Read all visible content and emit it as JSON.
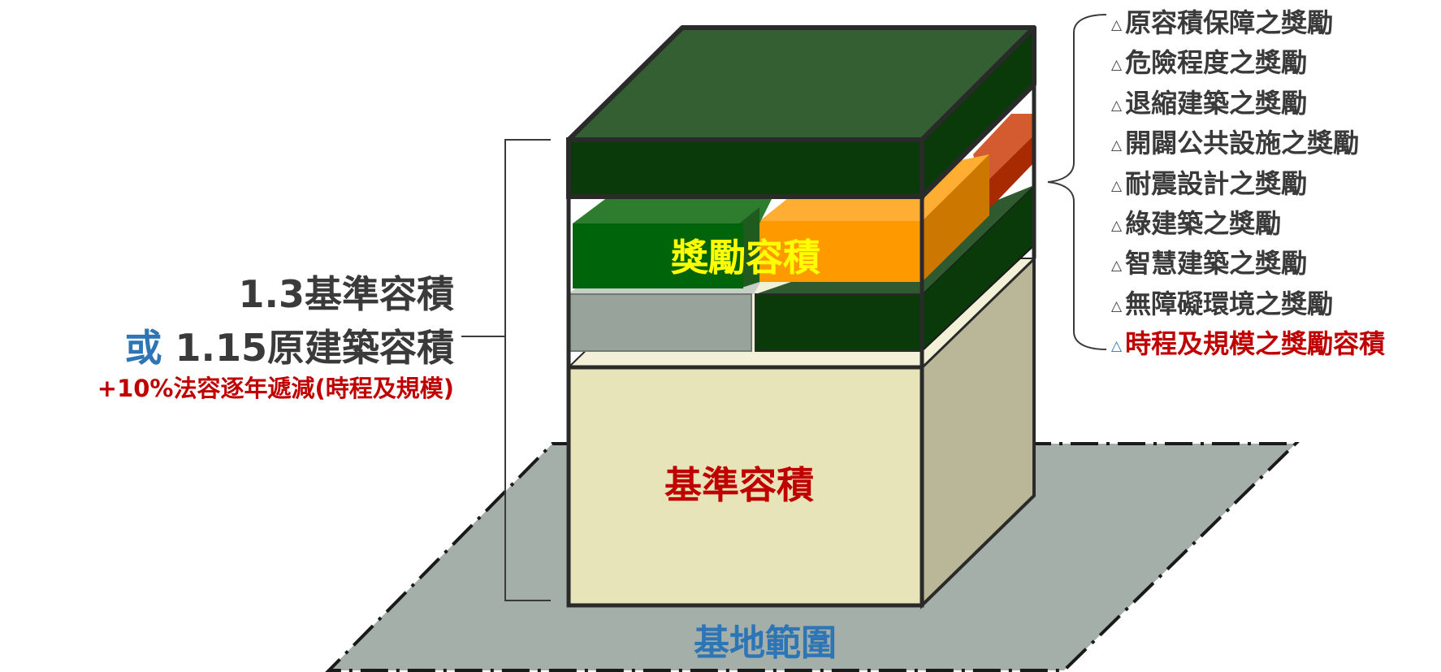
{
  "labels": {
    "bonus_volume": "獎勵容積",
    "base_volume": "基準容積",
    "site_range": "基地範圍"
  },
  "formula": {
    "line1": "1.3基準容積",
    "line2_or": "或",
    "line2_rest": " 1.15原建築容積",
    "line3": "+10%法容逐年遞減(時程及規模)"
  },
  "bonus_items": [
    {
      "marker": "△",
      "text": "原容積保障之獎勵"
    },
    {
      "marker": "△",
      "text": "危險程度之獎勵"
    },
    {
      "marker": "△",
      "text": "退縮建築之獎勵"
    },
    {
      "marker": "△",
      "text": "開闢公共設施之獎勵"
    },
    {
      "marker": "△",
      "text": "耐震設計之獎勵"
    },
    {
      "marker": "△",
      "text": "綠建築之獎勵"
    },
    {
      "marker": "△",
      "text": "智慧建築之獎勵"
    },
    {
      "marker": "△",
      "text": "無障礙環境之獎勵"
    },
    {
      "marker": "△",
      "text": "時程及規模之獎勵容積"
    }
  ],
  "colors": {
    "bonus_label": "#ffff00",
    "base_label": "#c00000",
    "site_label": "#2e75b6",
    "emphasis": "#c00000",
    "text": "#3a3a3a",
    "dark_green": "#0a3a0a",
    "orange": "#ff9900",
    "site_ground": "#a5afa9",
    "base_block": "#e6e4b8"
  }
}
